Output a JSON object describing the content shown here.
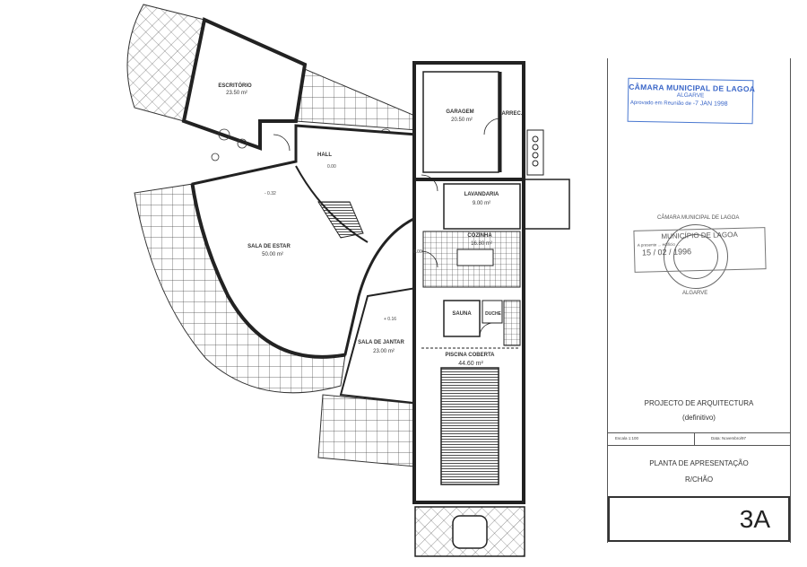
{
  "rooms": [
    {
      "name": "ESCRITÓRIO",
      "area": "23.50 m²"
    },
    {
      "name": "HALL",
      "level": "0.00"
    },
    {
      "name": "GARAGEM",
      "area": "20.50 m²"
    },
    {
      "name": "ARREC."
    },
    {
      "name": "LAVANDARIA",
      "area": "9.00 m²"
    },
    {
      "name": "COZINHA",
      "area": "16.80 m²"
    },
    {
      "name": "SALA DE ESTAR",
      "area": "50.00 m²",
      "level": "- 0.32"
    },
    {
      "name": "SALA DE JANTAR",
      "area": "23.00 m²",
      "level": "+ 0.16"
    },
    {
      "name": "SAUNA"
    },
    {
      "name": "DUCHE"
    },
    {
      "name": "PISCINA COBERTA",
      "area": "44.60 m²"
    }
  ],
  "levels": {
    "corridor": "0.00"
  },
  "stamps": {
    "camara": {
      "title": "CÂMARA MUNICIPAL DE LAGOA",
      "region": "ALGARVE",
      "approved_label": "Aprovado em Reunião de",
      "date": "-7 JAN 1998"
    },
    "municipio": {
      "title": "MUNICÍPIO DE LAGOA",
      "text": "A presente ... edifício ...",
      "date": "15 / 02 / 1996",
      "seal_top": "CÂMARA MUNICIPAL DE LAGOA",
      "seal_bottom": "ALGARVE"
    }
  },
  "title_block": {
    "project": "PROJECTO DE ARQUITECTURA",
    "status": "(definitivo)",
    "scale": "Escala 1:100",
    "date": "Data: Novembro/97",
    "drawing_title": "PLANTA DE APRESENTAÇÃO",
    "floor": "R/CHÃO",
    "sheet": "3A"
  }
}
